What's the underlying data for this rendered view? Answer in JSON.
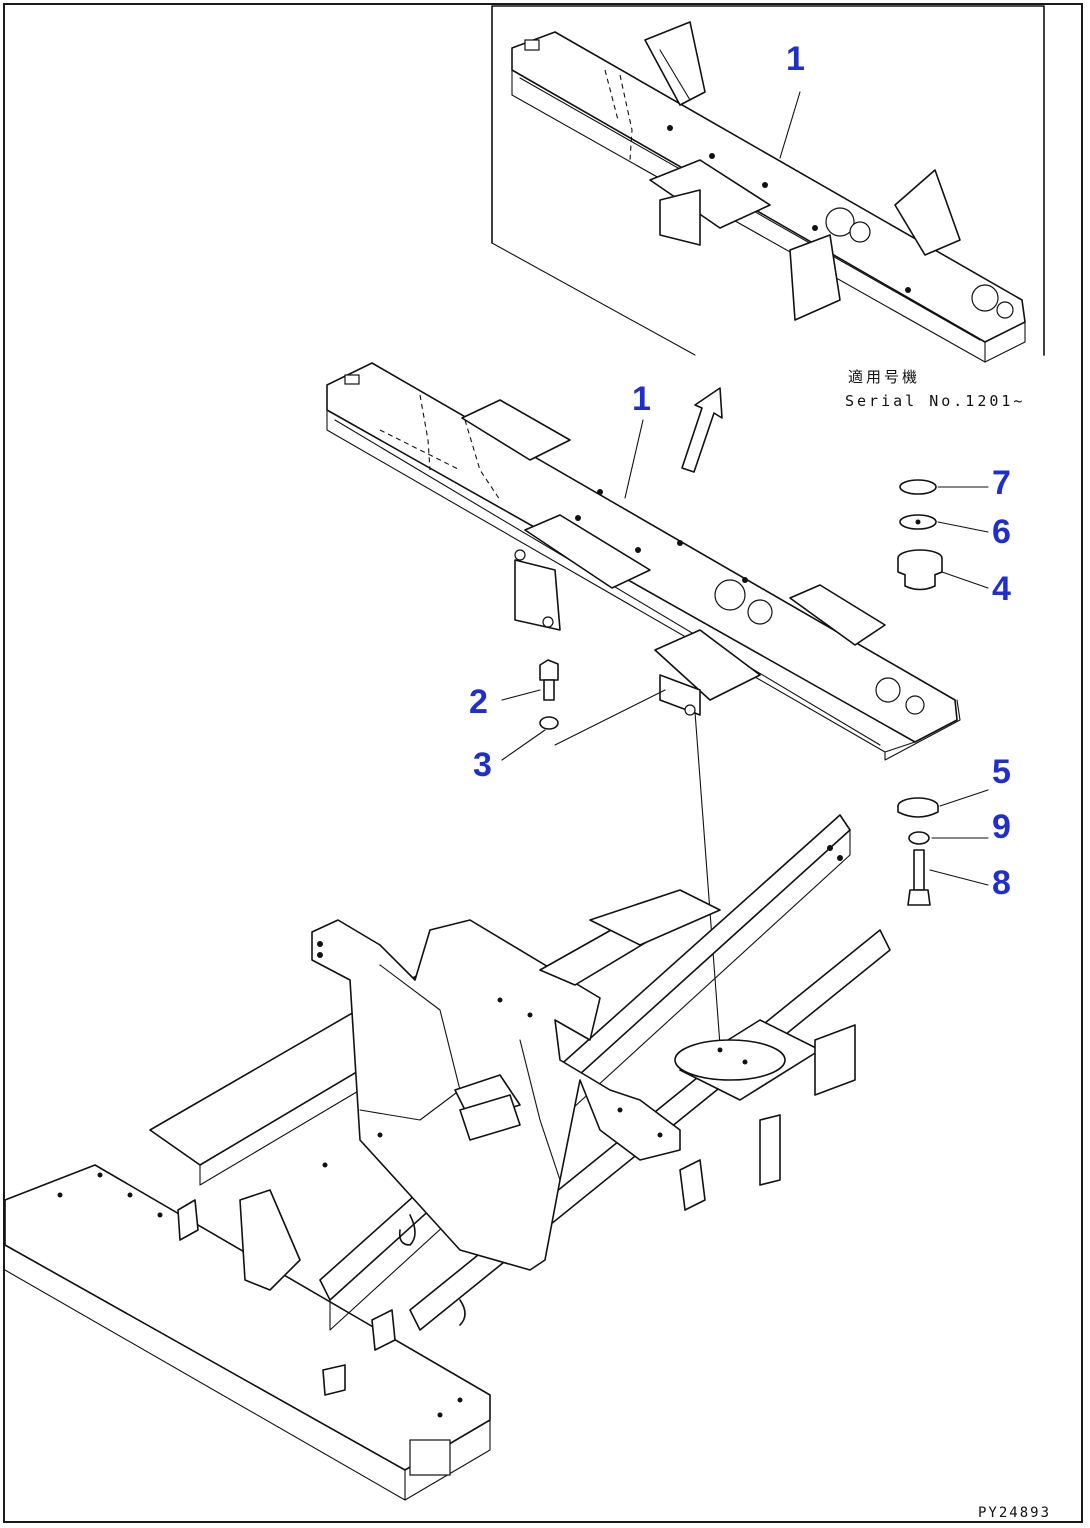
{
  "callouts": {
    "inset_part": "1",
    "main_part": "1",
    "bolt": "2",
    "washer_small": "3",
    "bushing": "4",
    "plate_washer": "5",
    "washer_top": "6",
    "cap": "7",
    "bolt_bottom": "8",
    "washer_bottom": "9"
  },
  "inset_note": {
    "line1": "適用号機",
    "line2": "Serial No.1201~"
  },
  "drawing_number": "PY24893",
  "colors": {
    "callout": "#1f2fcf",
    "line": "#111111"
  }
}
